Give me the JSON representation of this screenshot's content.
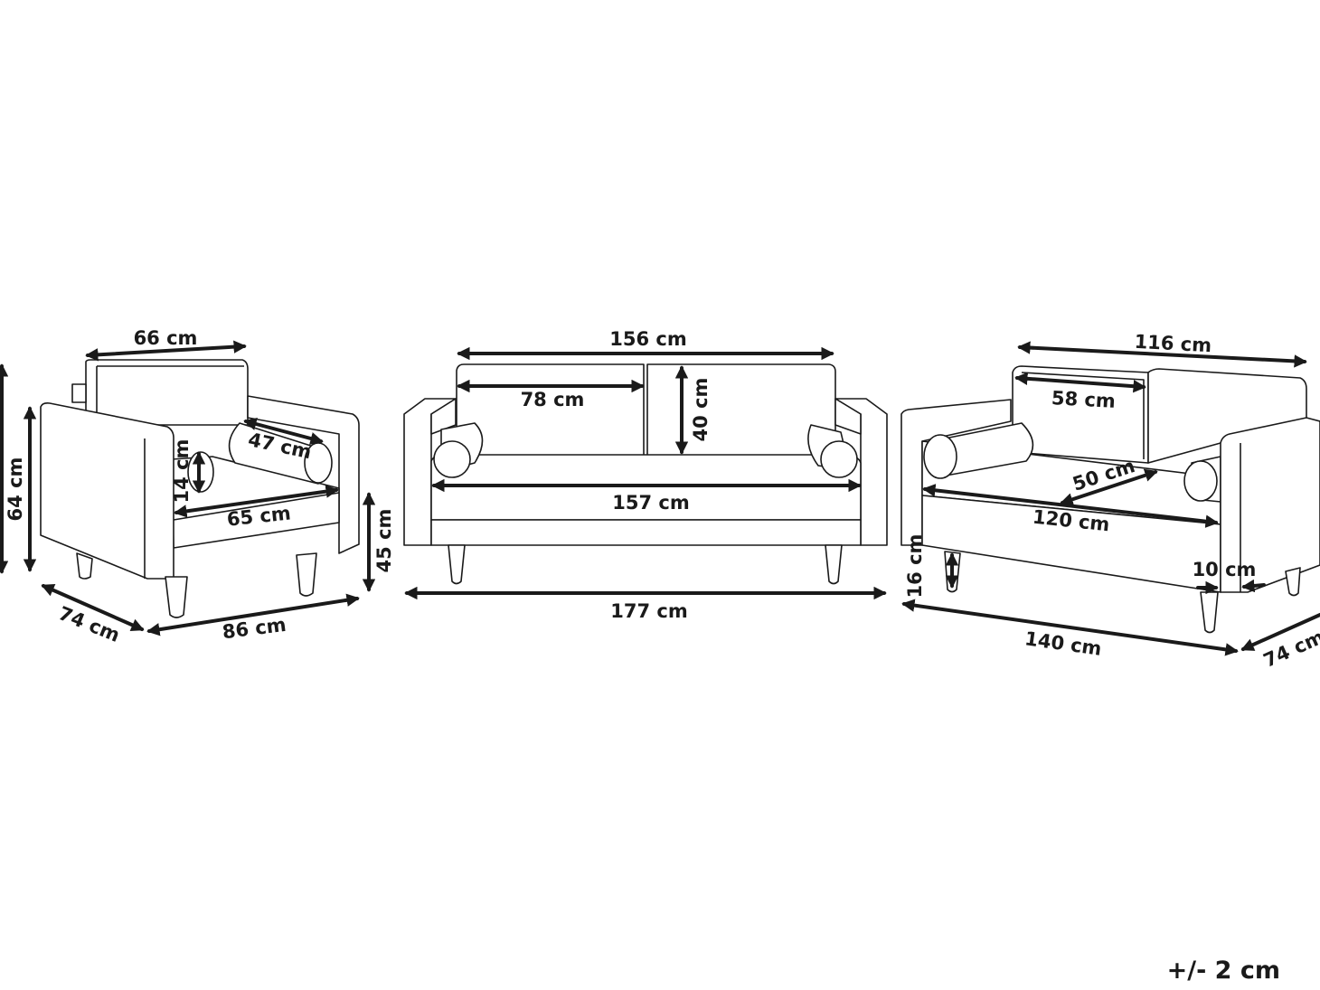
{
  "armchair": {
    "back_width": "66 cm",
    "total_height": "64 cm",
    "bolster_length": "47 cm",
    "bolster_diameter": "14 cm",
    "seat_width": "65 cm",
    "seat_height": "45 cm",
    "depth": "74 cm",
    "width": "86 cm"
  },
  "sofa_front": {
    "back_width": "156 cm",
    "cushion_width": "78 cm",
    "back_height": "40 cm",
    "seat_width": "157 cm",
    "total_width": "177 cm"
  },
  "sofa_angled": {
    "back_width": "116 cm",
    "cushion_width": "58 cm",
    "seat_depth": "50 cm",
    "seat_width": "120 cm",
    "leg_height": "16 cm",
    "armrest_width": "10 cm",
    "total_width": "140 cm",
    "depth": "74 cm"
  },
  "tolerance": "+/- 2 cm",
  "colors": {
    "ink": "#1a1a1a",
    "background": "#ffffff"
  }
}
